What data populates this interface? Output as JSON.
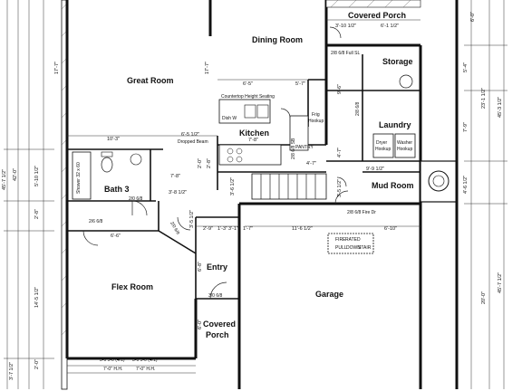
{
  "rooms": {
    "great_room": "Great Room",
    "dining_room": "Dining Room",
    "covered_porch_top": "Covered Porch",
    "storage": "Storage",
    "laundry": "Laundry",
    "kitchen": "Kitchen",
    "bath_3": "Bath 3",
    "mud_room": "Mud Room",
    "flex_room": "Flex Room",
    "entry": "Entry",
    "garage": "Garage",
    "covered_porch_bottom_1": "Covered",
    "covered_porch_bottom_2": "Porch"
  },
  "labels": {
    "countertop": "Countertop Height Seating",
    "dish_w": "Dish W",
    "frig": "Frig",
    "hookup": "Hookup",
    "pantry": "PANTRY",
    "dropped_beam": "Dropped Beam",
    "shower": "Shower 32 x 60",
    "dryer": "Dryer",
    "washer": "Washer",
    "fire_door": "2/8 6/8 Fire Dr",
    "fire_rated_1": "FIRE",
    "fire_rated_2": "RATED",
    "fire_rated_3": "PULL",
    "fire_rated_4": "DOWN",
    "fire_rated_5": "STAIR",
    "full_sl": "2/8 6/8 Full SL",
    "door_26_68": "2/6 6/8",
    "door_20_68": "2/0 6/8",
    "door_30_68": "3/0 6/8",
    "door_28_68": "2/8 6/8",
    "door_28_68_sl": "2/8 6/8 SB",
    "door_20_68_b": "2/0 6/8",
    "window_1": "3-0 5-0 (4/1)",
    "window_2": "3-0 5-0 (4/1)",
    "window_hh_1": "7'-0\" H.H.",
    "window_hh_2": "7'-0\" H.H."
  },
  "dimensions": {
    "d_3_10": "3'-10 1/2\"",
    "d_6_1": "6'-1 1/2\"",
    "d_6_0_top": "6'-0\"",
    "d_17_7_left": "17'-7\"",
    "d_17_7_mid": "17'-7\"",
    "d_5_4": "5'-4\"",
    "d_23_1": "23'-1 1/2\"",
    "d_45_7": "45'-7 1/2\"",
    "d_42_0": "42'-0\"",
    "d_45_3": "45'-3 1/2\"",
    "d_5_10": "5'-10 1/2\"",
    "d_2_8": "2'-8\"",
    "d_14_5": "14'-5 1/2\"",
    "d_3_7": "3'-7 1/2\"",
    "d_2_0": "2'-0\"",
    "d_6_5": "6'-5\"",
    "d_5_7": "5'-7\"",
    "d_10_3": "10'-3\"",
    "d_6_5_half": "6'-5 1/2\"",
    "d_7_8": "7'-8\"",
    "d_9_6": "9'-6\"",
    "d_4_7": "4'-7\"",
    "d_4_7b": "4'-7\"",
    "d_7_9": "7'-9\"",
    "d_3_8": "3'-8 1/2\"",
    "d_2_8b": "2'-8\"",
    "d_2_9": "2'-9\"",
    "d_1_3": "1'-3\"",
    "d_3_1": "3'-1\"",
    "d_1_7": "1'-7\"",
    "d_11_6": "11'-6 1/2\"",
    "d_6_10": "6'-10\"",
    "d_9_9": "9'-9 1/2\"",
    "d_4_6": "4'-6 1/2\"",
    "d_6_6": "6'-6\"",
    "d_3_5": "3'-5 1/2\"",
    "d_3_6": "3'-6 1/2\"",
    "d_3_5b": "3'-5 1/2\"",
    "d_6_8": "6'-8\"",
    "d_6_0_bot": "6'-0\"",
    "d_20_0": "20'-0\"",
    "d_45_7_right": "45'-7 1/2\"",
    "d_7_8b": "7'-8\"",
    "d_2_0b": "2'-0\""
  }
}
